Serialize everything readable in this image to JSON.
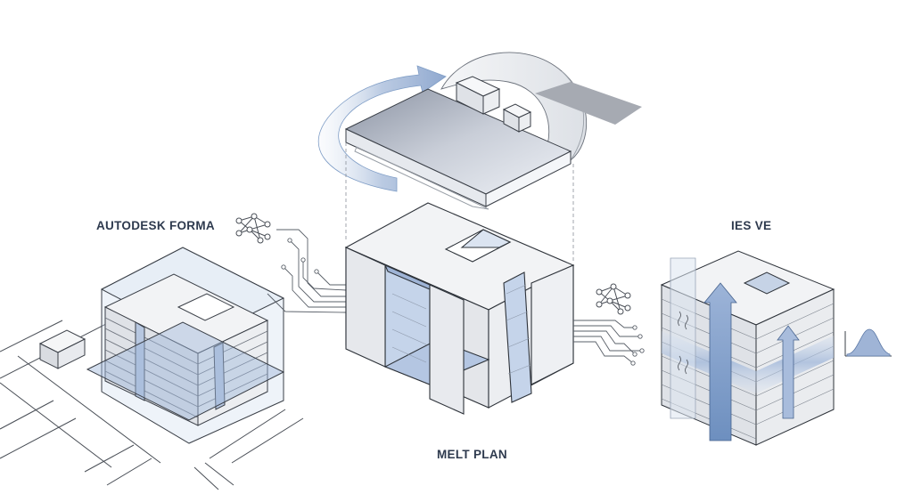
{
  "labels": {
    "autodesk_forma": "AUTODESK FORMA",
    "melt_plan": "MELT PLAN",
    "ies_ve": "IES VE"
  },
  "colors": {
    "text": "#2e3a4e",
    "line": "#3a3f47",
    "accent_blue": "#7f9dc6",
    "glass": "#c9d7ea",
    "face_light": "#f2f3f5",
    "face_mid": "#e3e5e9",
    "face_dark": "#cfd3d9"
  },
  "icons": [
    "neural-network-icon-left",
    "neural-network-icon-right",
    "distribution-curve-icon"
  ]
}
